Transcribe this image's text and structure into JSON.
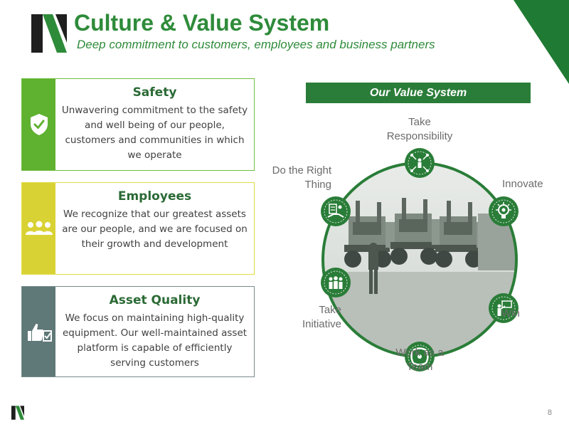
{
  "header": {
    "title": "Culture & Value System",
    "subtitle": "Deep commitment to customers, employees and business partners"
  },
  "cards": [
    {
      "title": "Safety",
      "body": "Unwavering commitment to the safety and well being of our people, customers and communities in which we operate",
      "icon": "shield-check-icon",
      "color": "#5fb130"
    },
    {
      "title": "Employees",
      "body": "We recognize that our greatest assets are our people, and we are focused on their growth and development",
      "icon": "people-icon",
      "color": "#d9d235"
    },
    {
      "title": "Asset Quality",
      "body": "We focus on maintaining high-quality equipment.  Our well-maintained asset platform is capable of efficiently serving customers",
      "icon": "thumbs-up-checklist-icon",
      "color": "#5f7878"
    }
  ],
  "value_system": {
    "header": "Our Value System",
    "values": [
      {
        "label": "Take Responsibility",
        "icon": "network-people-icon"
      },
      {
        "label": "Innovate",
        "icon": "lightbulb-gear-icon"
      },
      {
        "label": "Win",
        "icon": "presenter-chart-icon"
      },
      {
        "label": "Work as a Team",
        "icon": "hands-together-icon"
      },
      {
        "label": "Take Initiative",
        "icon": "team-icon"
      },
      {
        "label": "Do the Right Thing",
        "icon": "document-handshake-icon"
      }
    ]
  },
  "colors": {
    "brand_green": "#2e8b3a",
    "dark_green": "#2a7d38",
    "safety_green": "#5fb130",
    "employees_yellow": "#d9d235",
    "asset_gray": "#5f7878"
  },
  "footer": {
    "page_number": "8"
  }
}
